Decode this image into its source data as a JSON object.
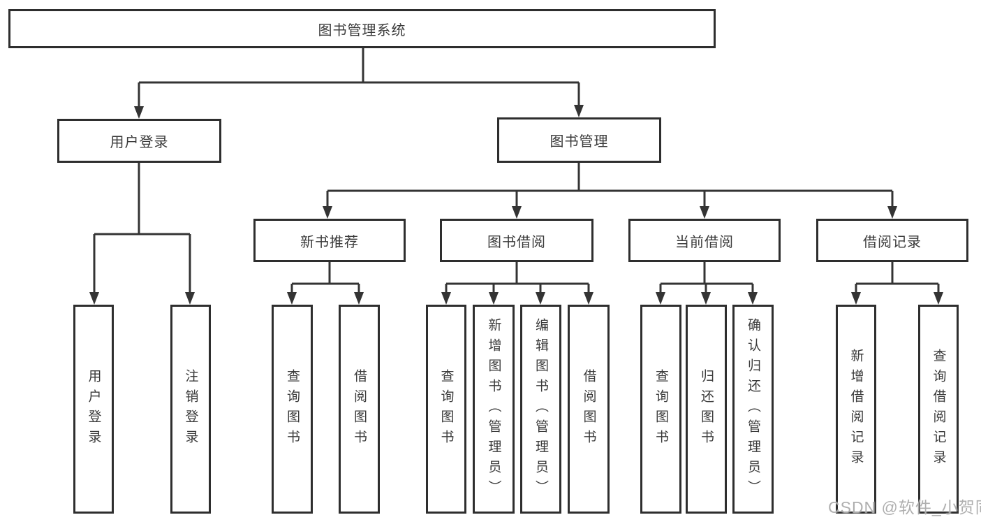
{
  "colors": {
    "line": "#343434",
    "box_border": "#2e2e2e",
    "text": "#3a3a3a",
    "watermark": "#ababab"
  },
  "tree": {
    "root": "图书管理系统",
    "branches": [
      {
        "label": "用户登录",
        "children": [
          "用户登录",
          "注销登录"
        ]
      },
      {
        "label": "图书管理",
        "groups": [
          {
            "label": "新书推荐",
            "children": [
              "查询图书",
              "借阅图书"
            ]
          },
          {
            "label": "图书借阅",
            "children": [
              "查询图书",
              "新增图书（管理员）",
              "编辑图书（管理员）",
              "借阅图书"
            ]
          },
          {
            "label": "当前借阅",
            "children": [
              "查询图书",
              "归还图书",
              "确认归还（管理员）"
            ]
          },
          {
            "label": "借阅记录",
            "children": [
              "新增借阅记录",
              "查询借阅记录"
            ]
          }
        ]
      }
    ]
  },
  "watermark": {
    "text": "CSDN @软件_小贺同学"
  }
}
